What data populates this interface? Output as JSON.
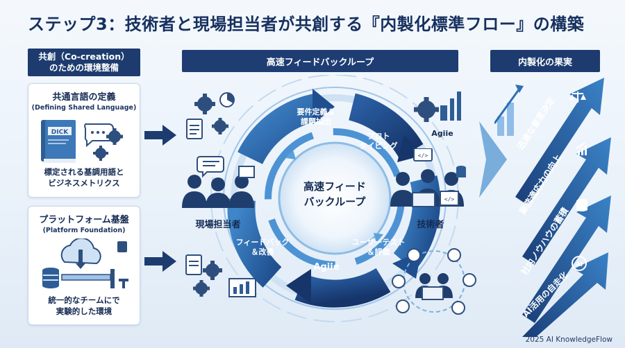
{
  "title": "ステップ3：技術者と現場担当者が共創する『内製化標準フロー』の構築",
  "left_header": {
    "line1": "共創（Co-creation）",
    "line2": "のための環境整備"
  },
  "center_header": "高速フィードバックループ",
  "right_header": "内製化の果実",
  "card1": {
    "title": "共通言語の定義",
    "subtitle": "(Defining Shared Language)",
    "book_label": "DICK",
    "desc_line1": "標定される基調用語と",
    "desc_line2": "ビジネスメトリクス"
  },
  "card2": {
    "title": "プラットフォーム基盤",
    "subtitle": "(Platform Foundation)",
    "desc_line1": "統一的なチームにで",
    "desc_line2": "実験的した環境"
  },
  "loop": {
    "center_line1": "高速フィード",
    "center_line2": "バックループ",
    "step1_line1": "要件定義＆",
    "step1_line2": "課題抽出",
    "step2_line1": "プロト",
    "step2_line2": "タイピング",
    "step3_line1": "ユーザーテスト",
    "step3_line2": "＆評価",
    "step4_line1": "フィードバック",
    "step4_line2": "＆改善",
    "agile_top": "Agiie",
    "agile_bottom": "Agiie"
  },
  "roles": {
    "field": "現場担当者",
    "engineer": "技術者"
  },
  "results": [
    {
      "label": "迅速な意思決定",
      "icon": "scale-icon"
    },
    {
      "label": "業務適応力の向上",
      "icon": "chart-up-icon"
    },
    {
      "label": "社内ノウハウの蓄積",
      "icon": "database-icon"
    },
    {
      "label": "AI活用の自走化",
      "icon": "ai-icon"
    }
  ],
  "footer": "2025 AI KnowledgeFlow",
  "colors": {
    "navy": "#1d3b6e",
    "blue": "#2f6fb3",
    "light": "#6fb2e6"
  }
}
